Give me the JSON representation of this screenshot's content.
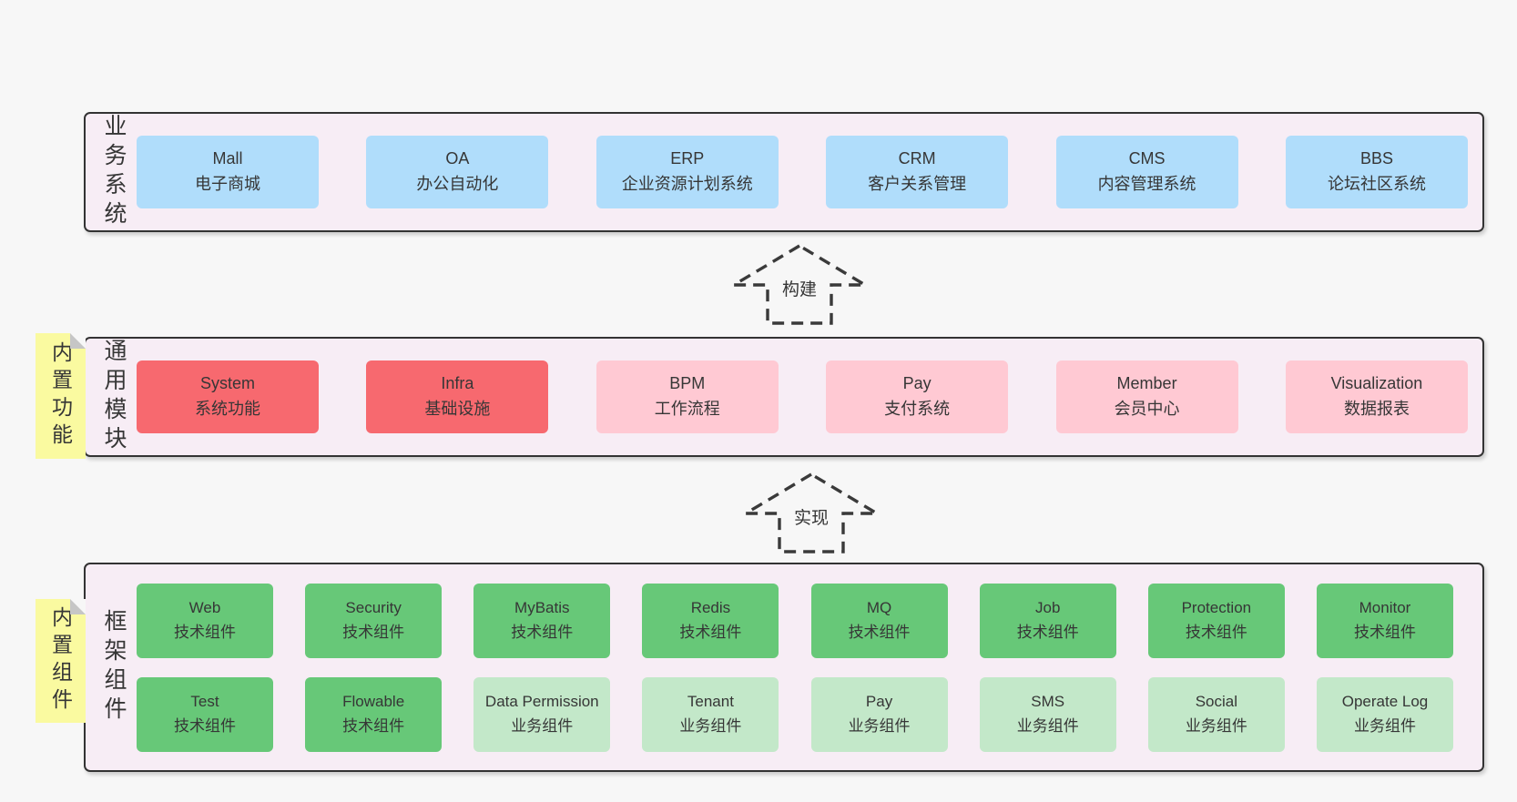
{
  "colors": {
    "page_bg": "#f7f7f7",
    "container_bg": "#f7edf5",
    "blue": "#b0ddfb",
    "red": "#f7696f",
    "pink": "#ffc9d3",
    "green_dark": "#67c878",
    "green_light": "#c3e8c9",
    "yellow": "#fafaa0"
  },
  "arrows": {
    "build": "构建",
    "implement": "实现"
  },
  "sections": {
    "business": {
      "side_label": "业务系统",
      "boxes": [
        {
          "line1": "Mall",
          "line2": "电子商城"
        },
        {
          "line1": "OA",
          "line2": "办公自动化"
        },
        {
          "line1": "ERP",
          "line2": "企业资源计划系统"
        },
        {
          "line1": "CRM",
          "line2": "客户关系管理"
        },
        {
          "line1": "CMS",
          "line2": "内容管理系统"
        },
        {
          "line1": "BBS",
          "line2": "论坛社区系统"
        }
      ]
    },
    "modules": {
      "note": "内置功能",
      "side_label": "通用模块",
      "boxes": [
        {
          "line1": "System",
          "line2": "系统功能"
        },
        {
          "line1": "Infra",
          "line2": "基础设施"
        },
        {
          "line1": "BPM",
          "line2": "工作流程"
        },
        {
          "line1": "Pay",
          "line2": "支付系统"
        },
        {
          "line1": "Member",
          "line2": "会员中心"
        },
        {
          "line1": "Visualization",
          "line2": "数据报表"
        }
      ]
    },
    "components": {
      "note": "内置组件",
      "side_label": "框架组件",
      "row1": [
        {
          "line1": "Web",
          "line2": "技术组件"
        },
        {
          "line1": "Security",
          "line2": "技术组件"
        },
        {
          "line1": "MyBatis",
          "line2": "技术组件"
        },
        {
          "line1": "Redis",
          "line2": "技术组件"
        },
        {
          "line1": "MQ",
          "line2": "技术组件"
        },
        {
          "line1": "Job",
          "line2": "技术组件"
        },
        {
          "line1": "Protection",
          "line2": "技术组件"
        },
        {
          "line1": "Monitor",
          "line2": "技术组件"
        }
      ],
      "row2": [
        {
          "line1": "Test",
          "line2": "技术组件"
        },
        {
          "line1": "Flowable",
          "line2": "技术组件"
        },
        {
          "line1": "Data Permission",
          "line2": "业务组件"
        },
        {
          "line1": "Tenant",
          "line2": "业务组件"
        },
        {
          "line1": "Pay",
          "line2": "业务组件"
        },
        {
          "line1": "SMS",
          "line2": "业务组件"
        },
        {
          "line1": "Social",
          "line2": "业务组件"
        },
        {
          "line1": "Operate Log",
          "line2": "业务组件"
        }
      ]
    }
  }
}
